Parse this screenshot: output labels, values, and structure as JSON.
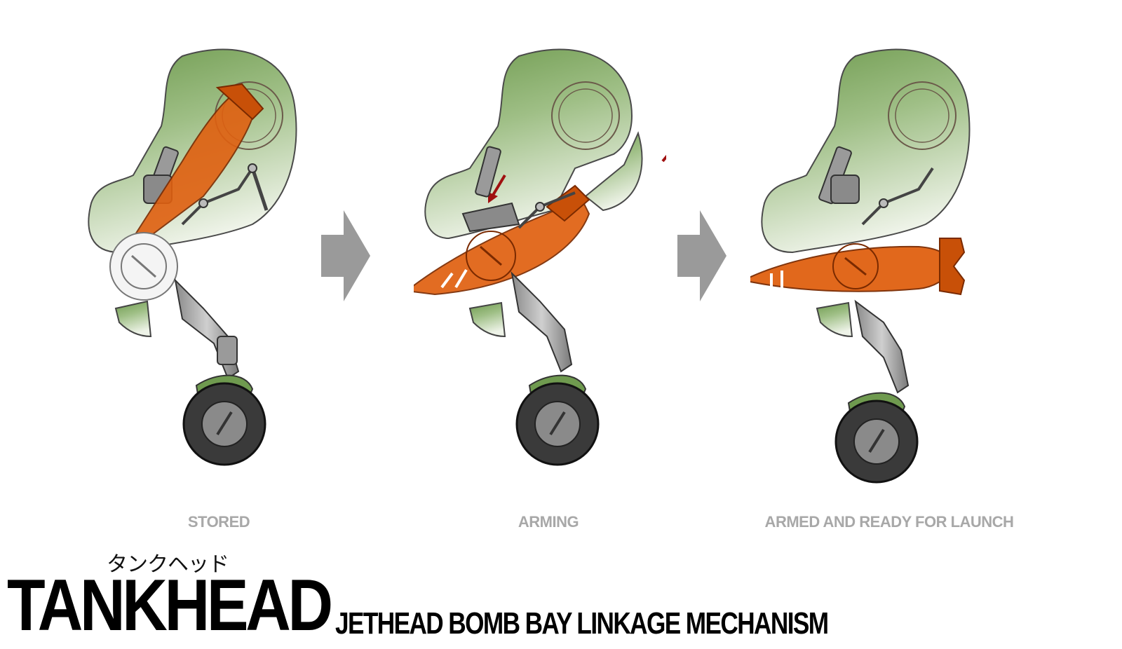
{
  "diagram": {
    "stages": [
      {
        "label": "STORED"
      },
      {
        "label": "ARMING"
      },
      {
        "label": "ARMED AND READY FOR LAUNCH"
      }
    ]
  },
  "branding": {
    "japanese": "タンクヘッド",
    "title": "TANKHEAD",
    "subtitle": "JETHEAD BOMB BAY LINKAGE MECHANISM"
  },
  "colors": {
    "armor_green": "#6f9a4f",
    "bomb_orange": "#e06010",
    "caption_gray": "#a8a8a8",
    "flow_arrow": "#9a9a9a",
    "motion_arrow": "#a01010"
  }
}
